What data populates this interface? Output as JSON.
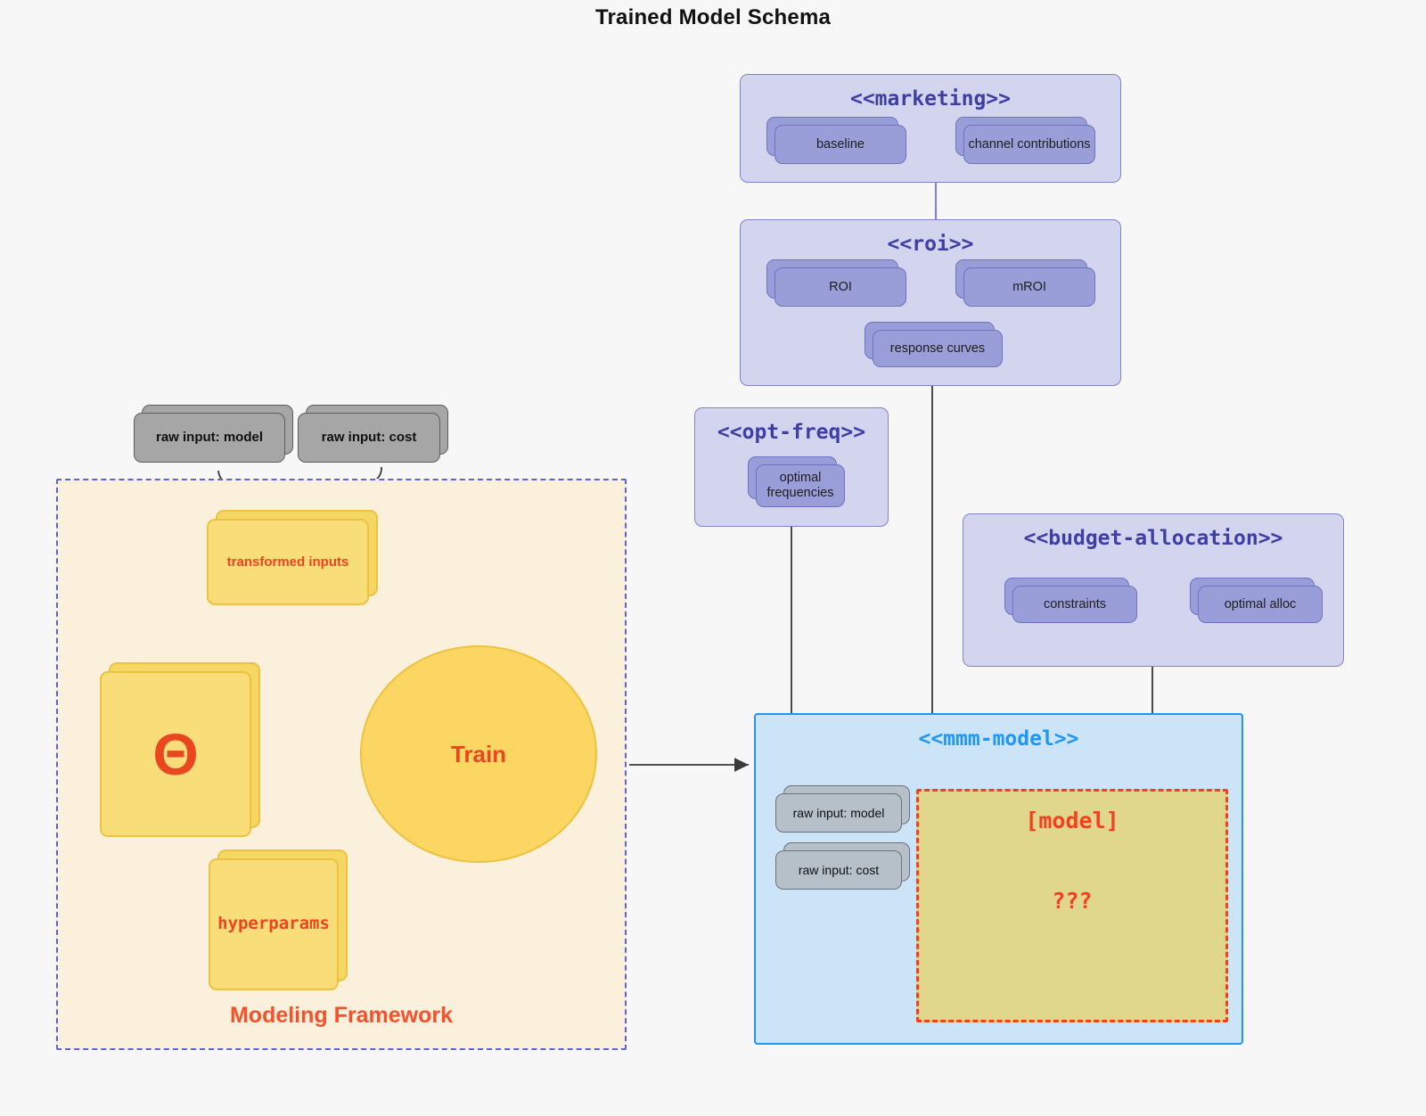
{
  "title": "Trained Model Schema",
  "framework": {
    "label": "Modeling Framework",
    "raw_inputs": [
      {
        "label": "raw input: model"
      },
      {
        "label": "raw input: cost"
      }
    ],
    "transformed_inputs": "transformed inputs",
    "theta_symbol": "Θ",
    "hyperparams": "hyperparams",
    "train": "Train"
  },
  "packages": {
    "marketing": {
      "title": "<<marketing>>",
      "nodes": [
        {
          "label": "baseline"
        },
        {
          "label": "channel contributions"
        }
      ]
    },
    "roi": {
      "title": "<<roi>>",
      "nodes": [
        {
          "label": "ROI"
        },
        {
          "label": "mROI"
        },
        {
          "label": "response curves"
        }
      ]
    },
    "opt_freq": {
      "title": "<<opt-freq>>",
      "nodes": [
        {
          "label": "optimal\nfrequencies",
          "line1": "optimal",
          "line2": "frequencies"
        }
      ]
    },
    "budget_allocation": {
      "title": "<<budget-allocation>>",
      "nodes": [
        {
          "label": "constraints"
        },
        {
          "label": "optimal alloc"
        }
      ]
    },
    "mmm_model": {
      "title": "<<mmm-model>>",
      "raw_inputs": [
        {
          "label": "raw input: model"
        },
        {
          "label": "raw input: cost"
        }
      ],
      "model_box": {
        "name": "[model]",
        "unknown": "???"
      }
    }
  },
  "colors": {
    "background": "#f7f7f7",
    "package_fill": "#d3d4ee",
    "package_border": "#8084cf",
    "package_title": "#3d3fa5",
    "artifact_purple": "#9a9ed8",
    "artifact_gray": "#a6a6a6",
    "artifact_yellow": "#f9dd78",
    "framework_fill": "#faf0dc",
    "framework_border": "#5b64d8",
    "accent_red": "#ea4620",
    "mmm_fill": "#cbe4f7",
    "mmm_border": "#2196f3",
    "model_fill": "#e0d78d",
    "model_border": "#f4401e"
  }
}
